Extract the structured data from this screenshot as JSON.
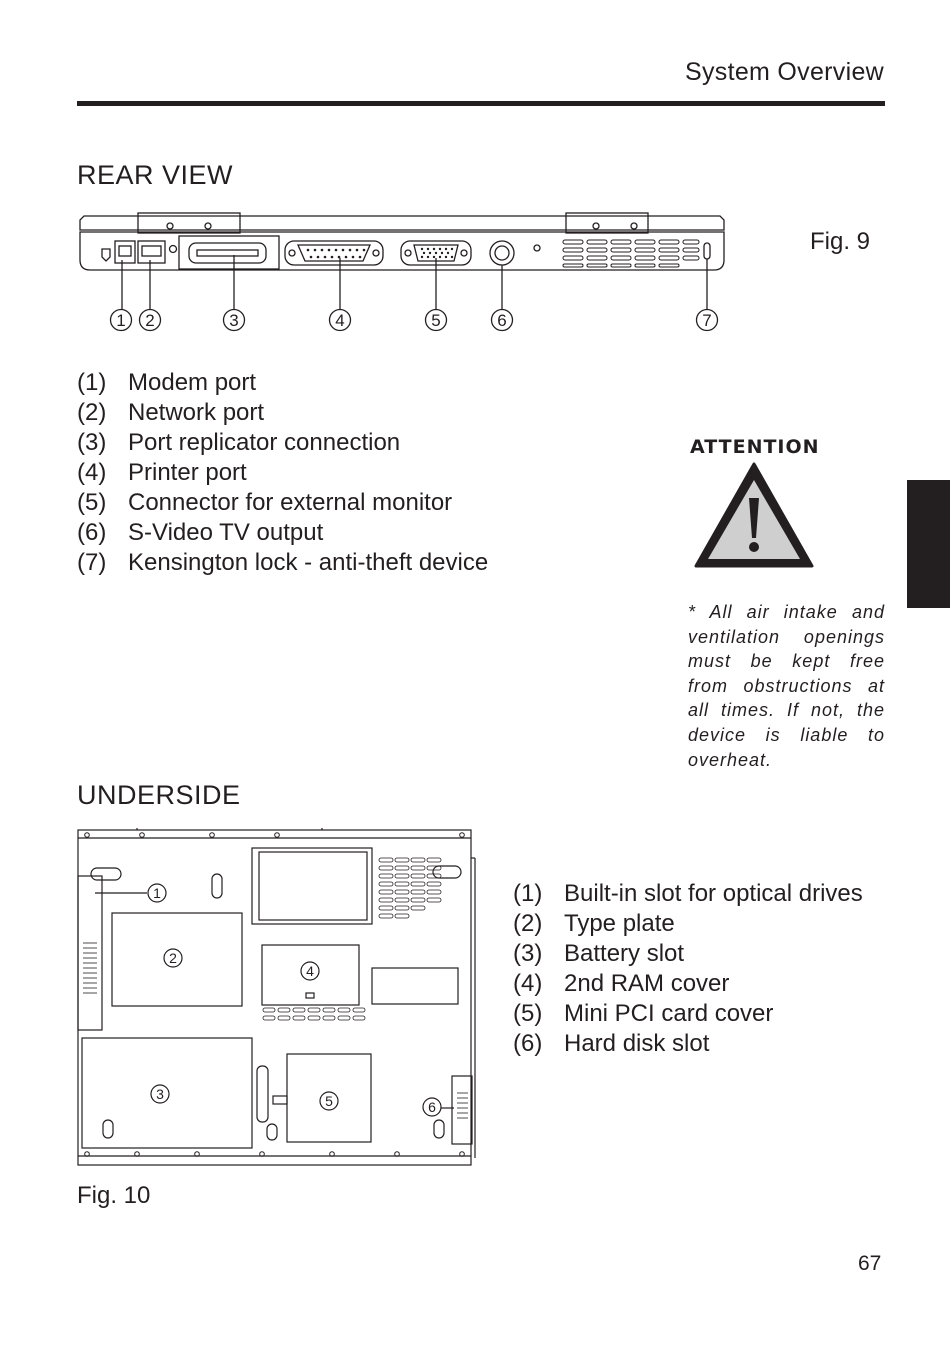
{
  "header": {
    "title": "System Overview"
  },
  "rear_view": {
    "heading": "REAR VIEW",
    "figure_label": "Fig. 9",
    "callouts": [
      "1",
      "2",
      "3",
      "4",
      "5",
      "6",
      "7"
    ],
    "items": [
      {
        "num": "(1)",
        "text": "Modem port"
      },
      {
        "num": "(2)",
        "text": "Network port"
      },
      {
        "num": "(3)",
        "text": "Port replicator connection"
      },
      {
        "num": "(4)",
        "text": "Printer port"
      },
      {
        "num": "(5)",
        "text": "Connector for external monitor"
      },
      {
        "num": "(6)",
        "text": "S-Video TV output"
      },
      {
        "num": "(7)",
        "text": "Kensington lock - anti-theft device"
      }
    ]
  },
  "attention": {
    "label": "ATTENTION",
    "icon": "warning-triangle-icon",
    "note": "* All air intake and ventilation openings must be kept free from obstructions at all times. If not, the device is liable to overheat."
  },
  "underside": {
    "heading": "UNDERSIDE",
    "figure_label": "Fig. 10",
    "callouts": [
      "1",
      "2",
      "3",
      "4",
      "5",
      "6"
    ],
    "items": [
      {
        "num": "(1)",
        "text": "Built-in slot for optical drives"
      },
      {
        "num": "(2)",
        "text": "Type plate"
      },
      {
        "num": "(3)",
        "text": "Battery slot"
      },
      {
        "num": "(4)",
        "text": "2nd RAM cover"
      },
      {
        "num": "(5)",
        "text": "Mini PCI card cover"
      },
      {
        "num": "(6)",
        "text": "Hard disk slot"
      }
    ]
  },
  "page_number": "67",
  "colors": {
    "ink": "#231f20",
    "triangle_fill": "#cfcfcf"
  }
}
